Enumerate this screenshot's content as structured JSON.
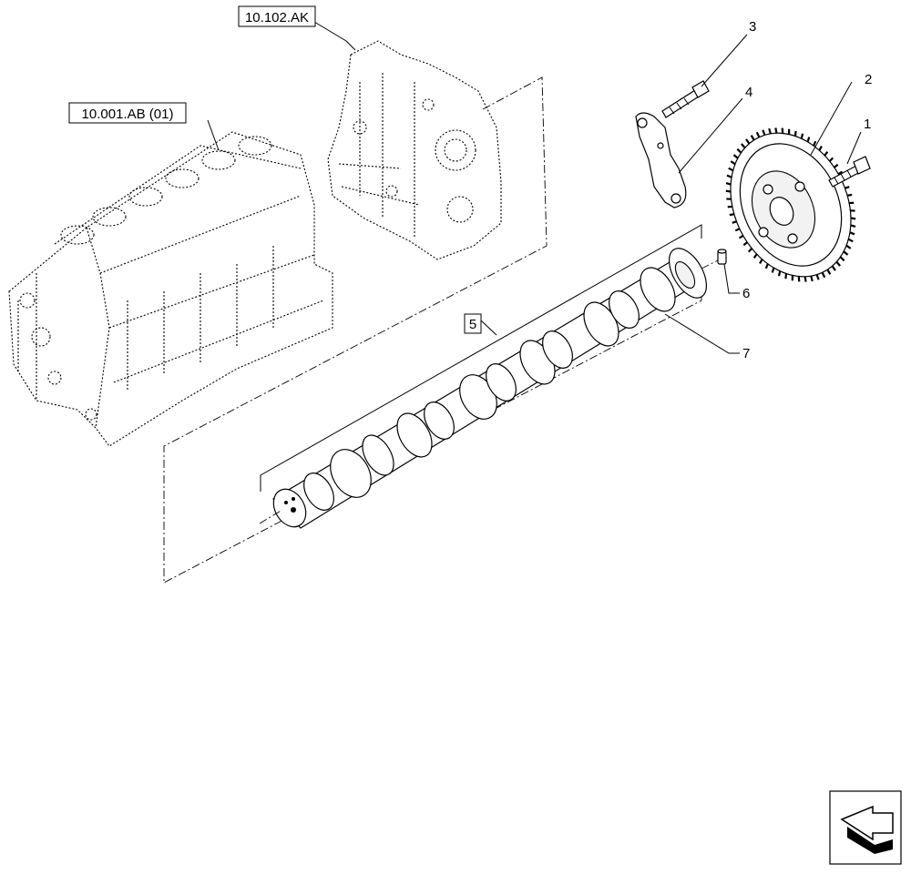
{
  "references": {
    "engine_block": "10.001.AB (01)",
    "gear_cover": "10.102.AK"
  },
  "callouts": {
    "c1": "1",
    "c2": "2",
    "c3": "3",
    "c4": "4",
    "c5": "5",
    "c6": "6",
    "c7": "7"
  },
  "icons": {
    "navigation": "previous-page-arrow-icon"
  }
}
